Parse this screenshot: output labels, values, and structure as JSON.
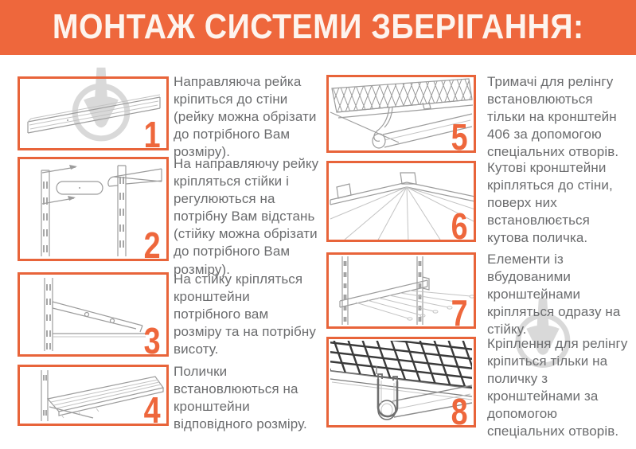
{
  "header": {
    "title": "МОНТАЖ СИСТЕМИ ЗБЕРІГАННЯ:"
  },
  "colors": {
    "accent": "#ee673c",
    "accent_border": "#e8643a",
    "header_text": "#fdf4ee",
    "text": "#6b6c6e",
    "watermark": "#d9d9d9"
  },
  "watermark": {
    "description": "trowel-in-ring logo watermark"
  },
  "steps": [
    {
      "number": "1",
      "illustration": "wall-rail",
      "caption": "Направляюча рейка кріпиться до стіни (рейку можна обрізати до потрібного Вам розміру)."
    },
    {
      "number": "2",
      "illustration": "uprights-on-rail",
      "caption": "На направляючу рейку кріпляться стійки і регулюються на потрібну Вам відстань (стійку можна обрізати до потрібного Вам розміру)."
    },
    {
      "number": "3",
      "illustration": "bracket-on-upright",
      "caption": "На стійку кріпляться кронштейни потрібного вам розміру та на потрібну висоту."
    },
    {
      "number": "4",
      "illustration": "shelf-on-brackets",
      "caption": "Полички встановлюються на кронштейни відповідного розміру."
    },
    {
      "number": "5",
      "illustration": "railing-holder-on-bracket",
      "caption": "Тримачі для релінгу встановлюються тільки на кронштейн 406 за допомогою спеціальних отворів."
    },
    {
      "number": "6",
      "illustration": "corner-shelf",
      "caption": "Кутові кронштейни кріпляться до стіни, поверх них встановлюється кутова поличка."
    },
    {
      "number": "7",
      "illustration": "built-in-bracket-element",
      "caption": "Елементи із вбудованими кронштейнами кріпляться одразу на стійку."
    },
    {
      "number": "8",
      "illustration": "railing-mount-on-shelf",
      "caption": "Кріплення для релінгу кріпиться тільки на поличку з кронштейнами за допомогою спеціальних отворів."
    }
  ]
}
